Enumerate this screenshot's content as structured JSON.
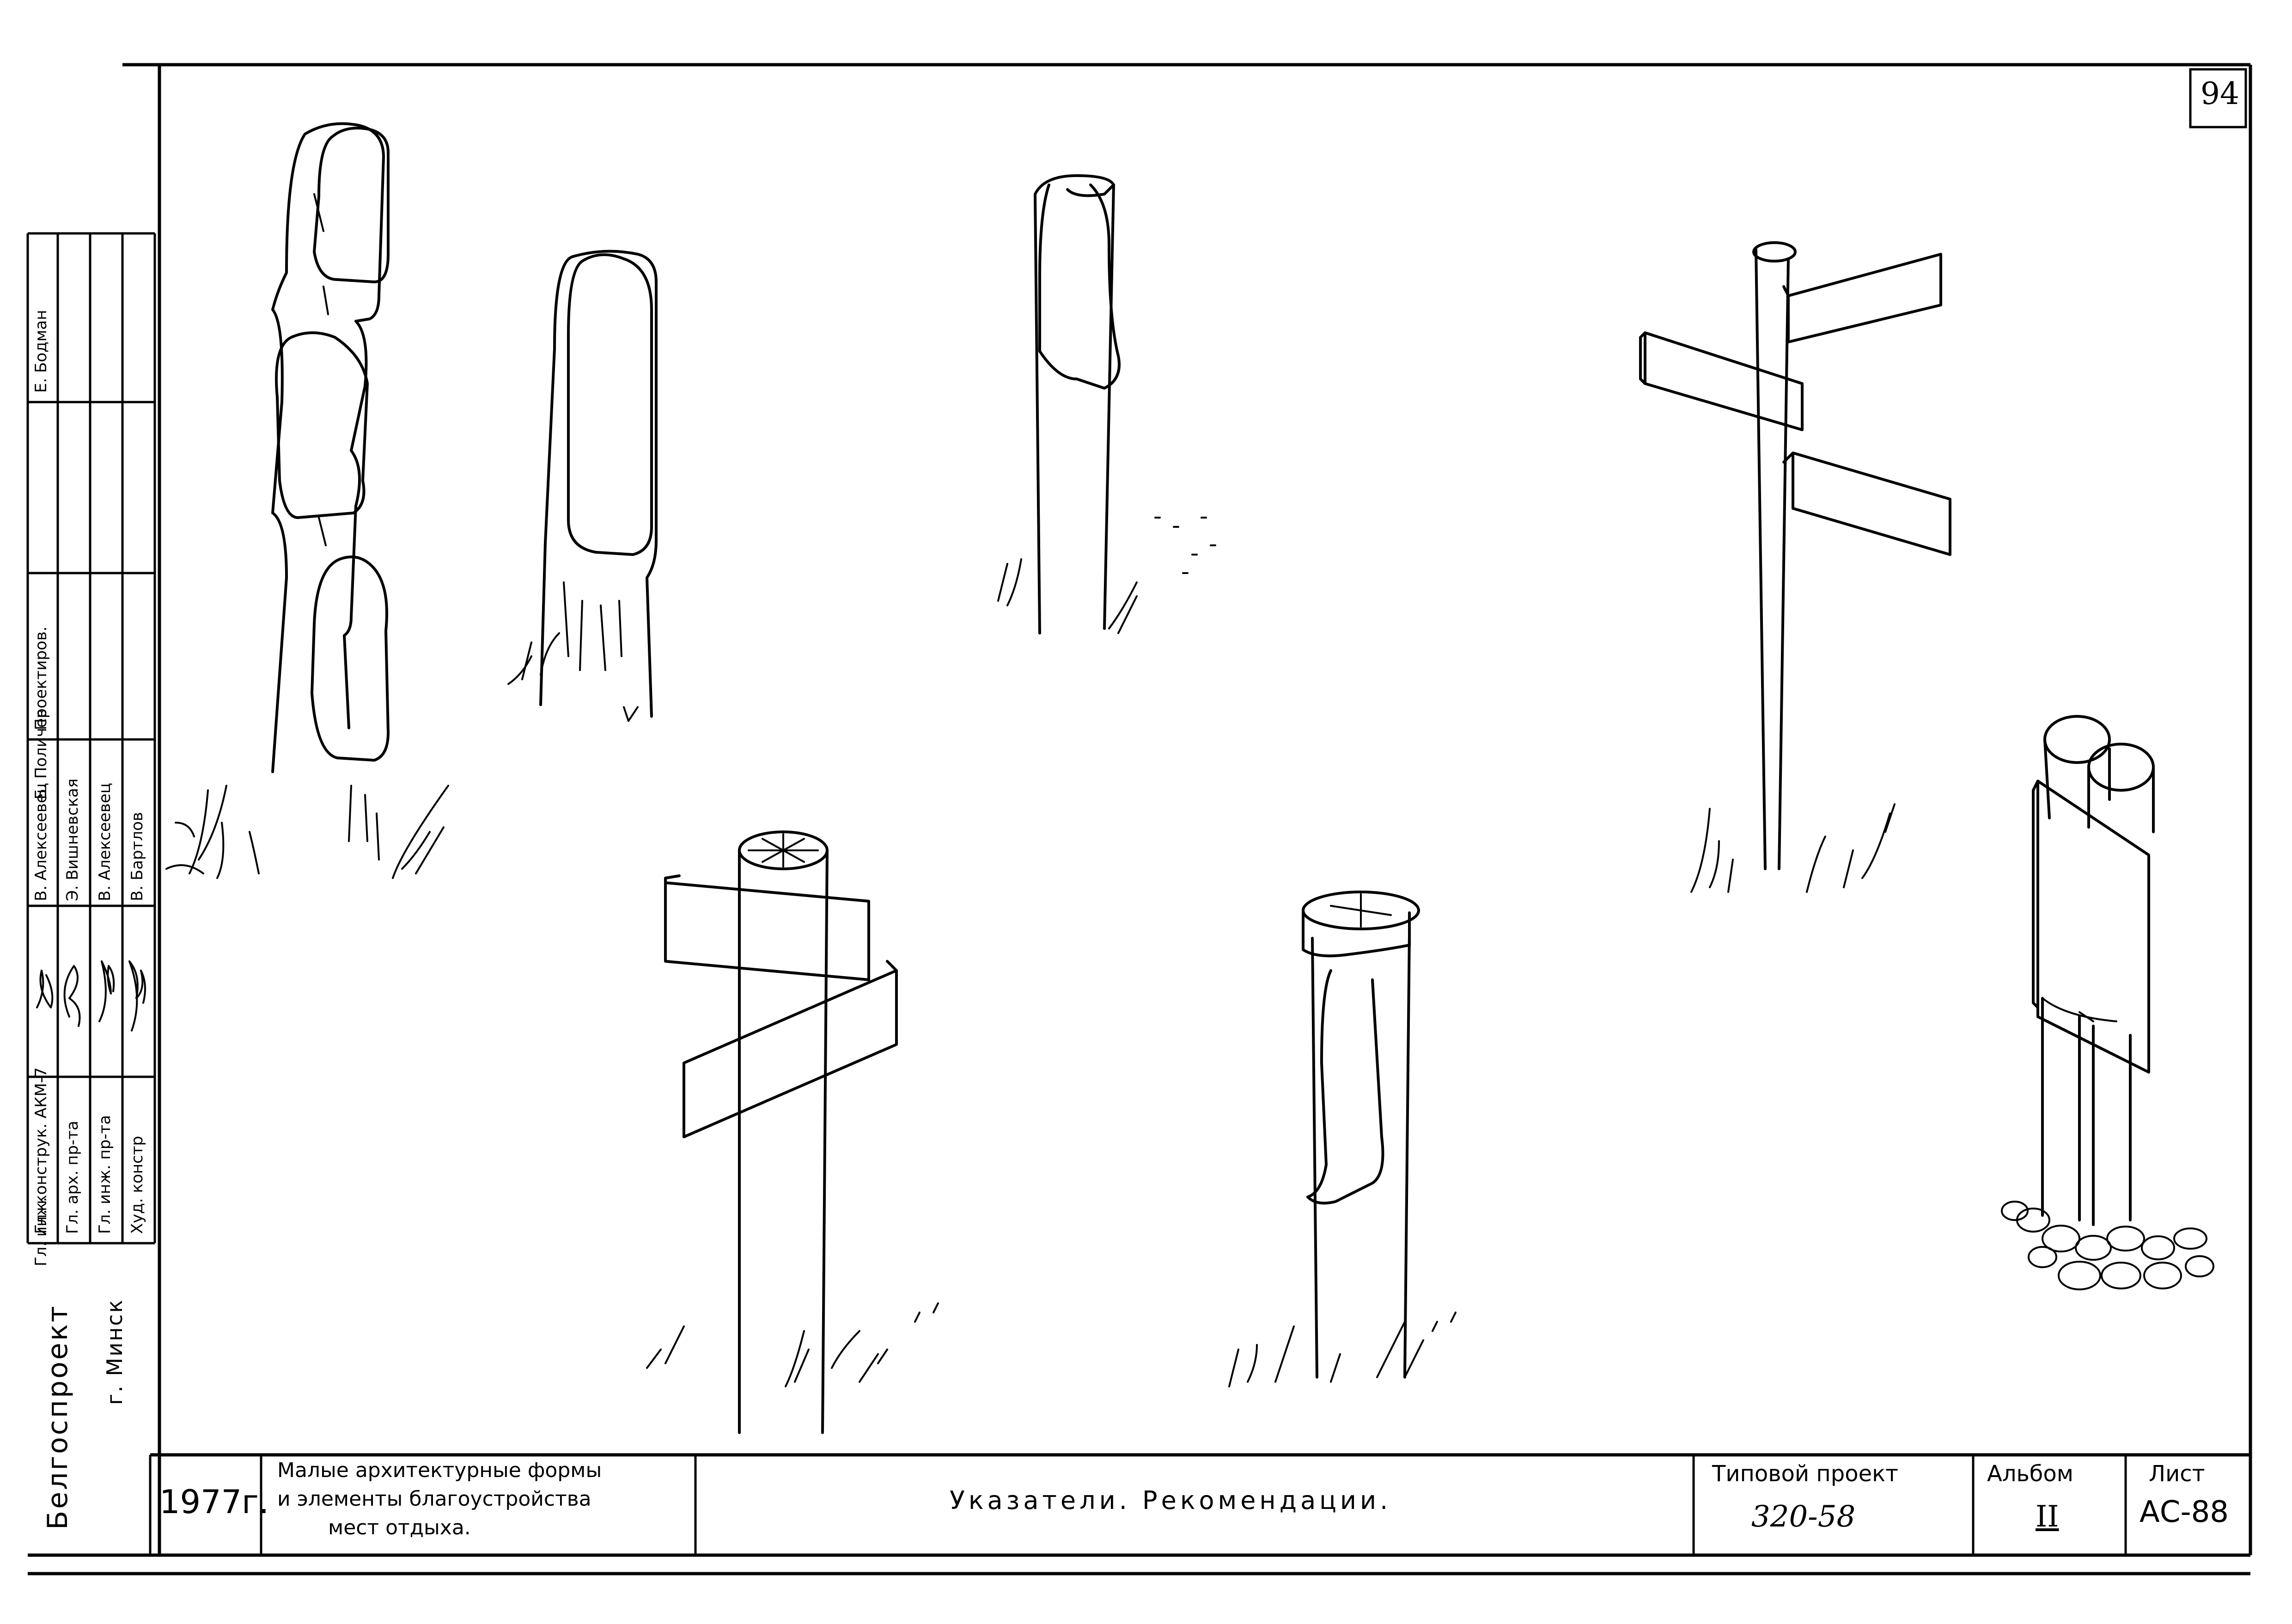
{
  "sheet": {
    "page_number": "94",
    "organization": "Белгоспроект",
    "city": "г. Минск",
    "year": "1977г.",
    "series_title_lines": [
      "Малые архитектурные формы",
      "и элементы благоустройства",
      "мест отдыха."
    ],
    "drawing_title": "Указатели. Рекомендации.",
    "project_label": "Типовой проект",
    "project_number": "320-58",
    "album_label": "Альбом",
    "album_number": "II",
    "sheet_label": "Лист",
    "sheet_number": "АС-88"
  },
  "staff_table": {
    "rows": [
      {
        "role": "Гл. конструк. АКМ-7",
        "name": "В. Алексеевец"
      },
      {
        "role": "Гл. арх. пр-та",
        "name": "Э. Вишневская"
      },
      {
        "role": "Гл. инж. пр-та",
        "name": "В. Алексеевец"
      },
      {
        "role": "Худ. констр",
        "name": "В. Бартлов"
      }
    ],
    "partial_top_texts": [
      "Гл. инж.",
      "Б. Поличев",
      "Проектиров.",
      "Е. Бодман"
    ]
  },
  "illustrations": [
    {
      "id": "carved-stump-three-plaques"
    },
    {
      "id": "stump-single-plaque"
    },
    {
      "id": "post-notched-top"
    },
    {
      "id": "signpost-three-arrows"
    },
    {
      "id": "post-two-boards"
    },
    {
      "id": "post-carved-face"
    },
    {
      "id": "twin-log-plaque-on-stones"
    }
  ]
}
